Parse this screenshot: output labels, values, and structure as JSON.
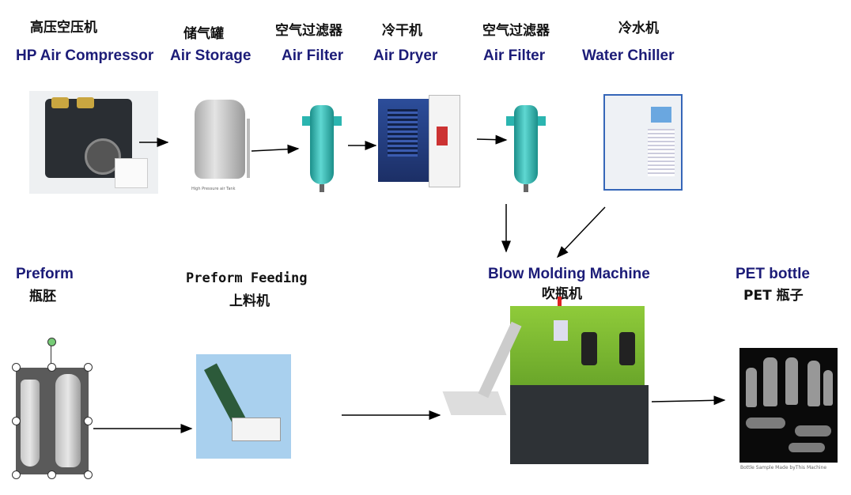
{
  "equipment": [
    {
      "zh": "高压空压机",
      "en": "HP Air Compressor"
    },
    {
      "zh": "储气罐",
      "en": "Air Storage",
      "caption": "High Pressure air Tank"
    },
    {
      "zh": "空气过滤器",
      "en": "Air Filter"
    },
    {
      "zh": "冷干机",
      "en": "Air Dryer"
    },
    {
      "zh": "空气过滤器",
      "en": "Air Filter"
    },
    {
      "zh": "冷水机",
      "en": "Water Chiller"
    }
  ],
  "process": {
    "preform": {
      "en": "Preform",
      "zh": "瓶胚"
    },
    "feeding": {
      "en": "Preform Feeding",
      "zh": "上料机"
    },
    "blow": {
      "en": "Blow Molding Machine",
      "zh": "吹瓶机"
    },
    "bottle": {
      "en": "PET bottle",
      "zh": "PET 瓶子",
      "caption": "Bottle Sample Made byThis Machine"
    }
  },
  "colors": {
    "label_blue": "#1c1c78",
    "machine_green": "#7cb82f",
    "filter_teal": "#2bb5b0"
  }
}
